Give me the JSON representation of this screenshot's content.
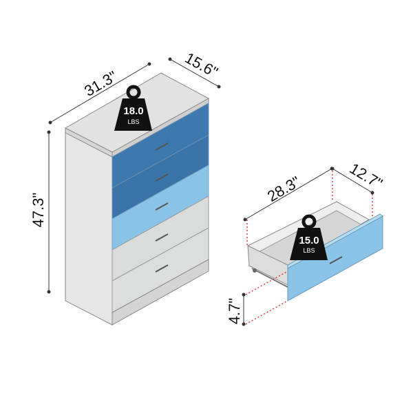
{
  "dresser": {
    "width": "31.3\"",
    "depth": "15.6\"",
    "height": "47.3\"",
    "weight_value": "18.0",
    "weight_unit": "LBS",
    "drawer_colors": [
      "#3d78ae",
      "#3b74a8",
      "#8ac3e6",
      "#dadcdc",
      "#dcdddd"
    ]
  },
  "drawer": {
    "width": "28.3\"",
    "depth": "12.7\"",
    "height": "4.7\"",
    "weight_value": "15.0",
    "weight_unit": "LBS",
    "front_color": "#8cc4e7"
  },
  "colors": {
    "dimension_line": "#333333",
    "red_guide": "#e02020",
    "body_gray": "#e4e4e4",
    "outline": "#7a7a7a"
  }
}
